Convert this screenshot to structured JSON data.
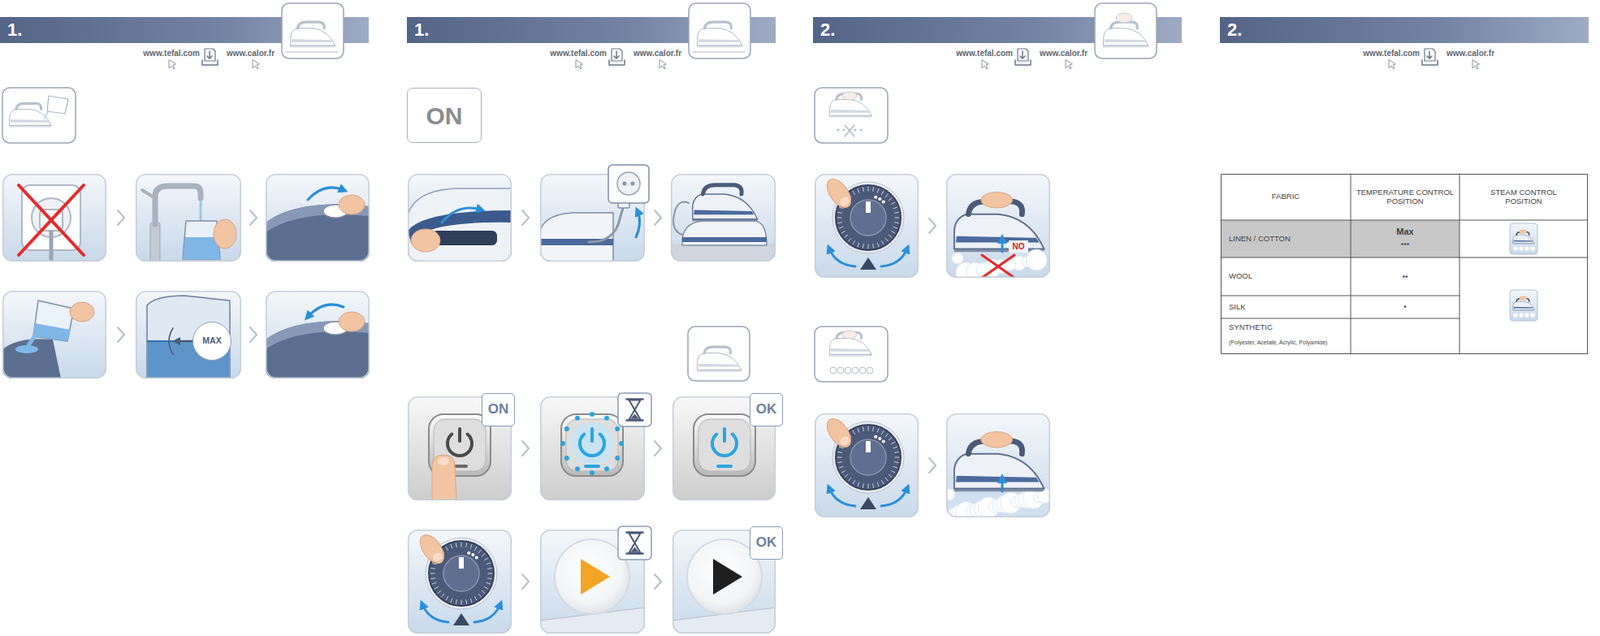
{
  "diagram": {
    "nodes": [
      {
        "text": [
          "1."
        ]
      },
      {
        "text": [
          "MAX"
        ]
      },
      {
        "text": [
          "1."
        ]
      },
      {
        "text": [
          "ON"
        ]
      },
      {
        "text": [
          "ON"
        ]
      },
      {
        "text": [
          "OK"
        ]
      },
      {
        "text": [
          "OK"
        ]
      },
      {
        "text": [
          "2."
        ]
      },
      {
        "text": [
          "2."
        ]
      }
    ],
    "labels": [
      "www.tefal.com",
      "www.calor.fr",
      "www.tefal.com",
      "www.calor.fr",
      "www.tefal.com",
      "www.calor.fr",
      "NO",
      "www.tefal.com",
      "www.calor.fr",
      "FABRIC",
      "TEMPERATURE CONTROL POSITION",
      "STEAM CONTROL POSITION",
      "LINEN / COTTON",
      "Max",
      "•••",
      "WOOL",
      "••",
      "SILK",
      "•",
      "SYNTHETIC",
      "(Polyester, Acetate, Acrylic, Polyamide)"
    ]
  }
}
